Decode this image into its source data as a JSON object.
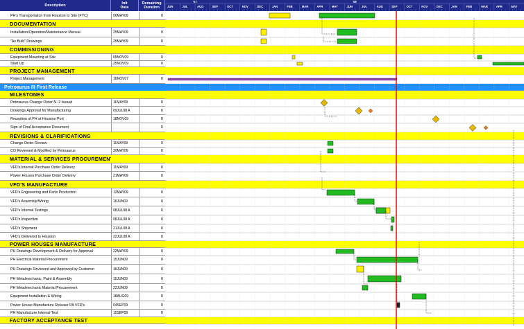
{
  "header": {
    "desc_label": "Description",
    "date_label": "Init\nDate",
    "rem_label": "Remaining\nDuration",
    "years": [
      "'07",
      "'08"
    ],
    "months": [
      "JUN",
      "JUL",
      "AUG",
      "SEP",
      "OCT",
      "NOV",
      "DEC",
      "JAN",
      "FEB",
      "MAR",
      "APR",
      "MAY",
      "JUN",
      "JUL",
      "AUG",
      "SEP",
      "OCT",
      "NOV",
      "DEC",
      "JAN",
      "FEB",
      "MAR",
      "APR",
      "MAY"
    ]
  },
  "rows": [
    {
      "type": "task",
      "desc": "PH's Transportation from Houston to Site (FYC)",
      "date": "06MAY09",
      "rem": "0"
    },
    {
      "type": "group",
      "desc": "DOCUMENTATION"
    },
    {
      "type": "task",
      "desc": "Installation/Operation/Maintenance Manual",
      "date": "25MAY09",
      "rem": "0"
    },
    {
      "type": "task",
      "desc": "\"As Built\" Drawings",
      "date": "25MAY09",
      "rem": "0"
    },
    {
      "type": "group",
      "desc": "COMMISSIONING"
    },
    {
      "type": "task",
      "desc": "Equipment Mounting at Site",
      "date": "05NOV09",
      "rem": "0"
    },
    {
      "type": "task",
      "desc": "Start Up",
      "date": "25NOV09",
      "rem": "0"
    },
    {
      "type": "group",
      "desc": "PROJECT MANAGEMENT"
    },
    {
      "type": "task",
      "desc": "Project Management",
      "date": "16NOV07",
      "rem": "0"
    },
    {
      "type": "section",
      "desc": "Petroaurus III First Release"
    },
    {
      "type": "group",
      "desc": "MILESTONES"
    },
    {
      "type": "task",
      "desc": "Petroaurus Change Order N. 2 Issued",
      "date": "11MAY09",
      "rem": "0"
    },
    {
      "type": "task",
      "desc": "Drawings Approval for Manufacturing",
      "date": "09JUL08 A",
      "rem": "0"
    },
    {
      "type": "task",
      "desc": "Reception of PH at Houston Port",
      "date": "18NOV09",
      "rem": "0"
    },
    {
      "type": "task",
      "desc": "Sign of Final Acceptance Document",
      "date": "",
      "rem": "0"
    },
    {
      "type": "group",
      "desc": "REVISIONS & CLARIFICATIONS"
    },
    {
      "type": "task",
      "desc": "Change Order Review",
      "date": "11MAY09",
      "rem": "0"
    },
    {
      "type": "task",
      "desc": "CO Reviewed & Modified by Petroaurus",
      "date": "30MAY09",
      "rem": "0"
    },
    {
      "type": "group",
      "desc": "MATERIAL & SERVICES PROCUREMENT"
    },
    {
      "type": "task",
      "desc": "VFD's Internal Purchase Order Delivery",
      "date": "11MAY09",
      "rem": "0"
    },
    {
      "type": "task",
      "desc": "Power Houses Purchase Order Delivery",
      "date": "21MAY09",
      "rem": "0"
    },
    {
      "type": "group",
      "desc": "VFD'S MANUFACTURE"
    },
    {
      "type": "task",
      "desc": "VFD's Engineering and Parts Production",
      "date": "12MAY09",
      "rem": "0"
    },
    {
      "type": "task",
      "desc": "VFD's Assembly/Wiring",
      "date": "16JUN09",
      "rem": "0"
    },
    {
      "type": "task",
      "desc": "VFD's Internal Testings",
      "date": "08JUL08 A",
      "rem": "0"
    },
    {
      "type": "task",
      "desc": "VFD's Inspection",
      "date": "08JUL08 A",
      "rem": "0"
    },
    {
      "type": "task",
      "desc": "VFD's Shipment",
      "date": "21JUL08 A",
      "rem": "0"
    },
    {
      "type": "task",
      "desc": "VFD's Delivered to Houston",
      "date": "22JUL08 A",
      "rem": "0"
    },
    {
      "type": "group",
      "desc": "POWER HOUSES MANUFACTURE"
    },
    {
      "type": "task",
      "desc": "PH Drawings Development & Delivery for Approval",
      "date": "22MAY09",
      "rem": "0"
    },
    {
      "type": "task",
      "desc": "PH Electrical Material Procurement",
      "date": "15JUN09",
      "rem": "0"
    },
    {
      "type": "task",
      "desc": "PH Drawings Reviewed and Approved by Customer",
      "date": "15JUN09",
      "rem": "0"
    },
    {
      "type": "task",
      "desc": "PH Metalmechanic, Paint & Assembly",
      "date": "15JUN09",
      "rem": "0"
    },
    {
      "type": "task",
      "desc": "PH Metalmechanic Material Procurement",
      "date": "22JUN09",
      "rem": "0"
    },
    {
      "type": "task",
      "desc": "Equipment Installation & Wiring",
      "date": "18AUG09",
      "rem": "0"
    },
    {
      "type": "task",
      "desc": "Power House Manufacture Release PA VFD's",
      "date": "04SEP09",
      "rem": "0"
    },
    {
      "type": "task",
      "desc": "PH Manufacture Internal Test",
      "date": "15SEP09",
      "rem": "0"
    },
    {
      "type": "group",
      "desc": "FACTORY ACCEPTANCE TEST"
    }
  ],
  "colors": {
    "header_bg": "#1f2a8a",
    "group_bg": "#ffff00",
    "section_bg": "#1e90ff",
    "bar_green": "#22bb22",
    "bar_yellow": "#ffee00",
    "milestone": "#e6b800",
    "datadate_line": "#e00000"
  }
}
